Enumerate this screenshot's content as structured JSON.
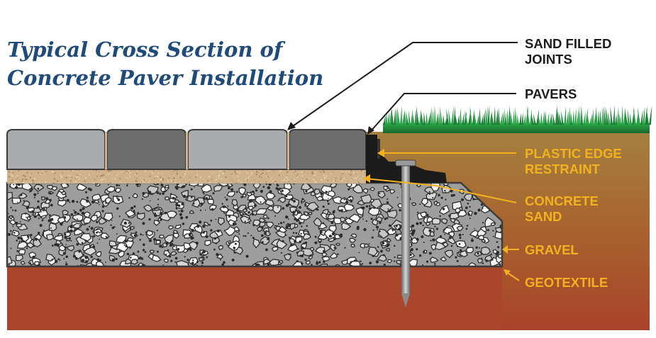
{
  "title": {
    "line1": "Typical Cross Section of",
    "line2": "Concrete Paver Installation"
  },
  "labels": {
    "sand_filled_joints": {
      "line1": "SAND FILLED",
      "line2": "JOINTS"
    },
    "pavers": "PAVERS",
    "plastic_edge_restraint": {
      "line1": "PLASTIC EDGE",
      "line2": "RESTRAINT"
    },
    "concrete_sand": {
      "line1": "CONCRETE",
      "line2": "SAND"
    },
    "gravel": "GRAVEL",
    "geotextile": "GEOTEXTILE"
  },
  "colors": {
    "title": "#1f4a7c",
    "callout_dark": "#1c1c1c",
    "callout_gold": "#f2b21f",
    "soil_top": "#a5803f",
    "soil_bottom": "#a9432a",
    "grass": "#1f8a3a",
    "paver_light": "#a9abae",
    "paver_dark": "#6d6d6d",
    "sand": "#cdb28b",
    "gravel_base": "#9c9c9c",
    "edge_restraint": "#1b1b1b"
  }
}
